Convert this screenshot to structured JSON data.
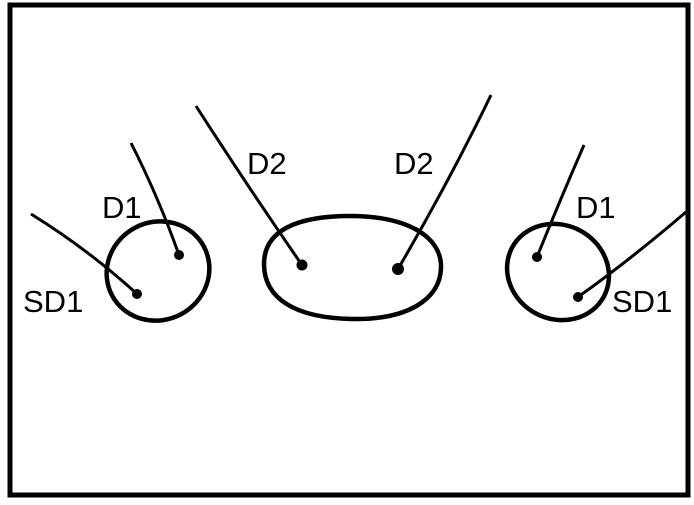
{
  "diagram": {
    "labels": {
      "left_d1": "D1",
      "left_sd1": "SD1",
      "center_left_d2": "D2",
      "center_right_d2": "D2",
      "right_d1": "D1",
      "right_sd1": "SD1"
    },
    "colors": {
      "ink": "#000000",
      "background": "#ffffff"
    }
  }
}
